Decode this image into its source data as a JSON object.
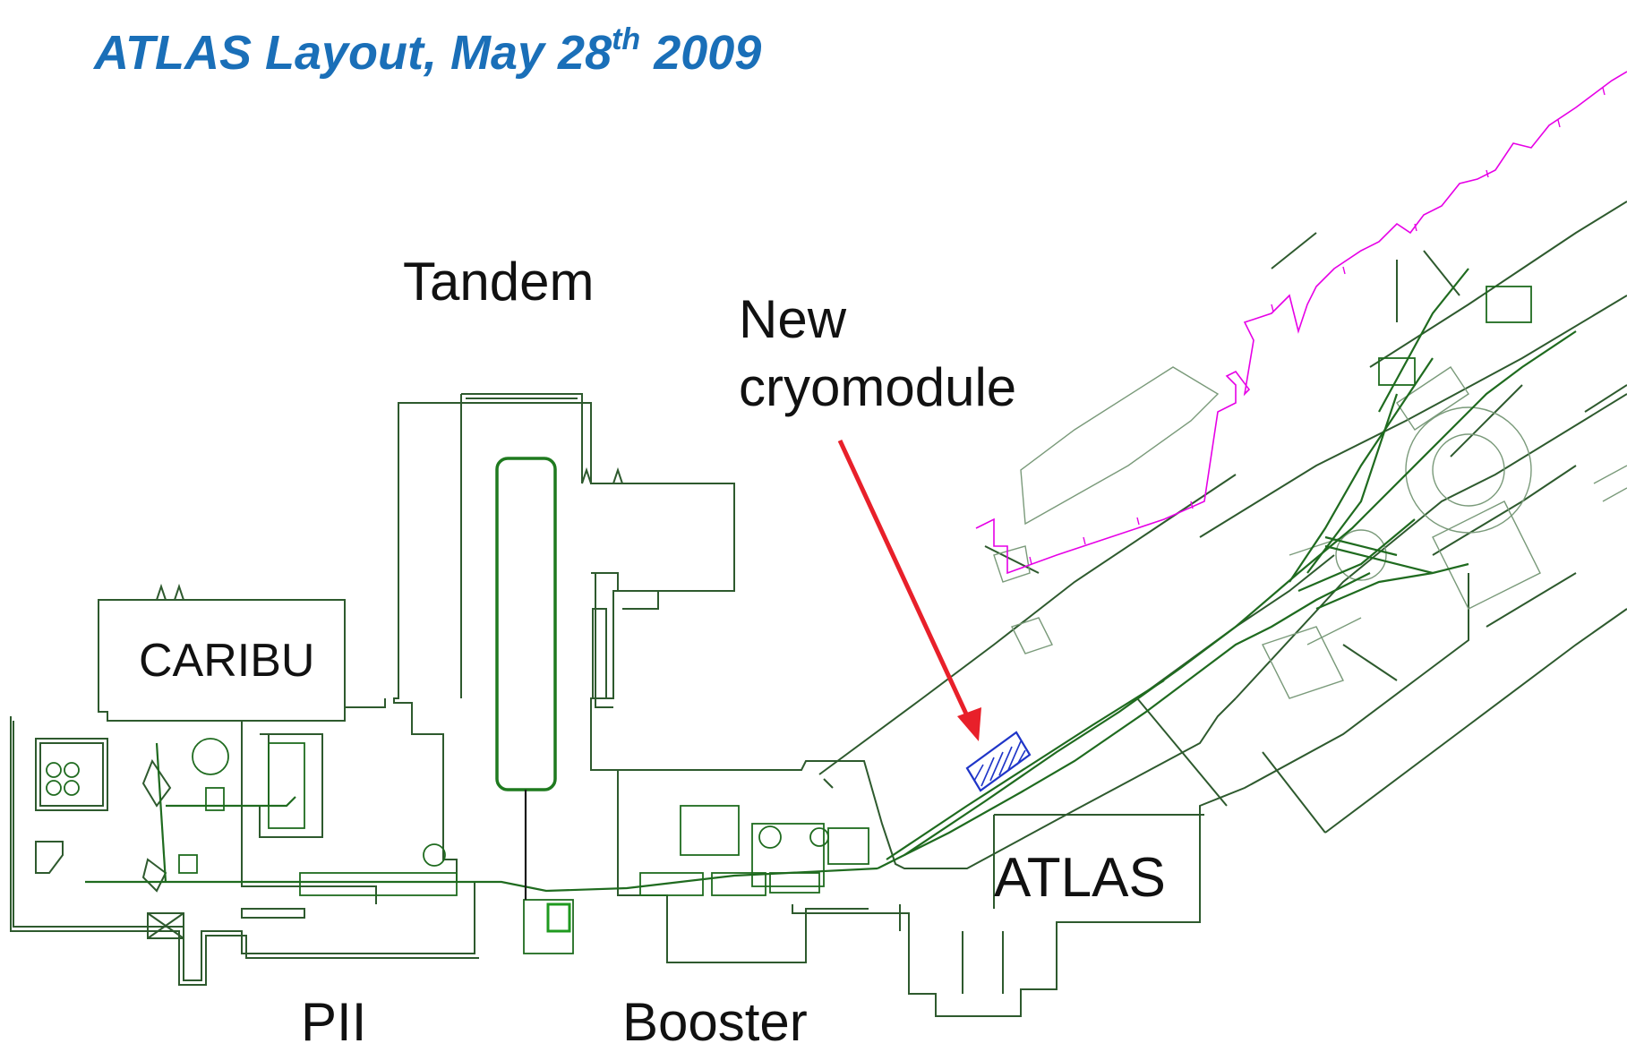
{
  "title": {
    "main": "ATLAS Layout, May 28",
    "superscript": "th",
    "year": " 2009"
  },
  "labels": {
    "tandem": "Tandem",
    "new_cryomodule_line1": "New",
    "new_cryomodule_line2": "cryomodule",
    "caribu": "CARIBU",
    "atlas": "ATLAS",
    "pii": "PII",
    "booster": "Booster"
  },
  "colors": {
    "title": "#1a6fb8",
    "floorplan_lines": "#2e5a2e",
    "beamline": "#1f6b1f",
    "fence": "#e600e6",
    "arrow": "#e8202a",
    "cryomodule": "#1f35c8"
  }
}
